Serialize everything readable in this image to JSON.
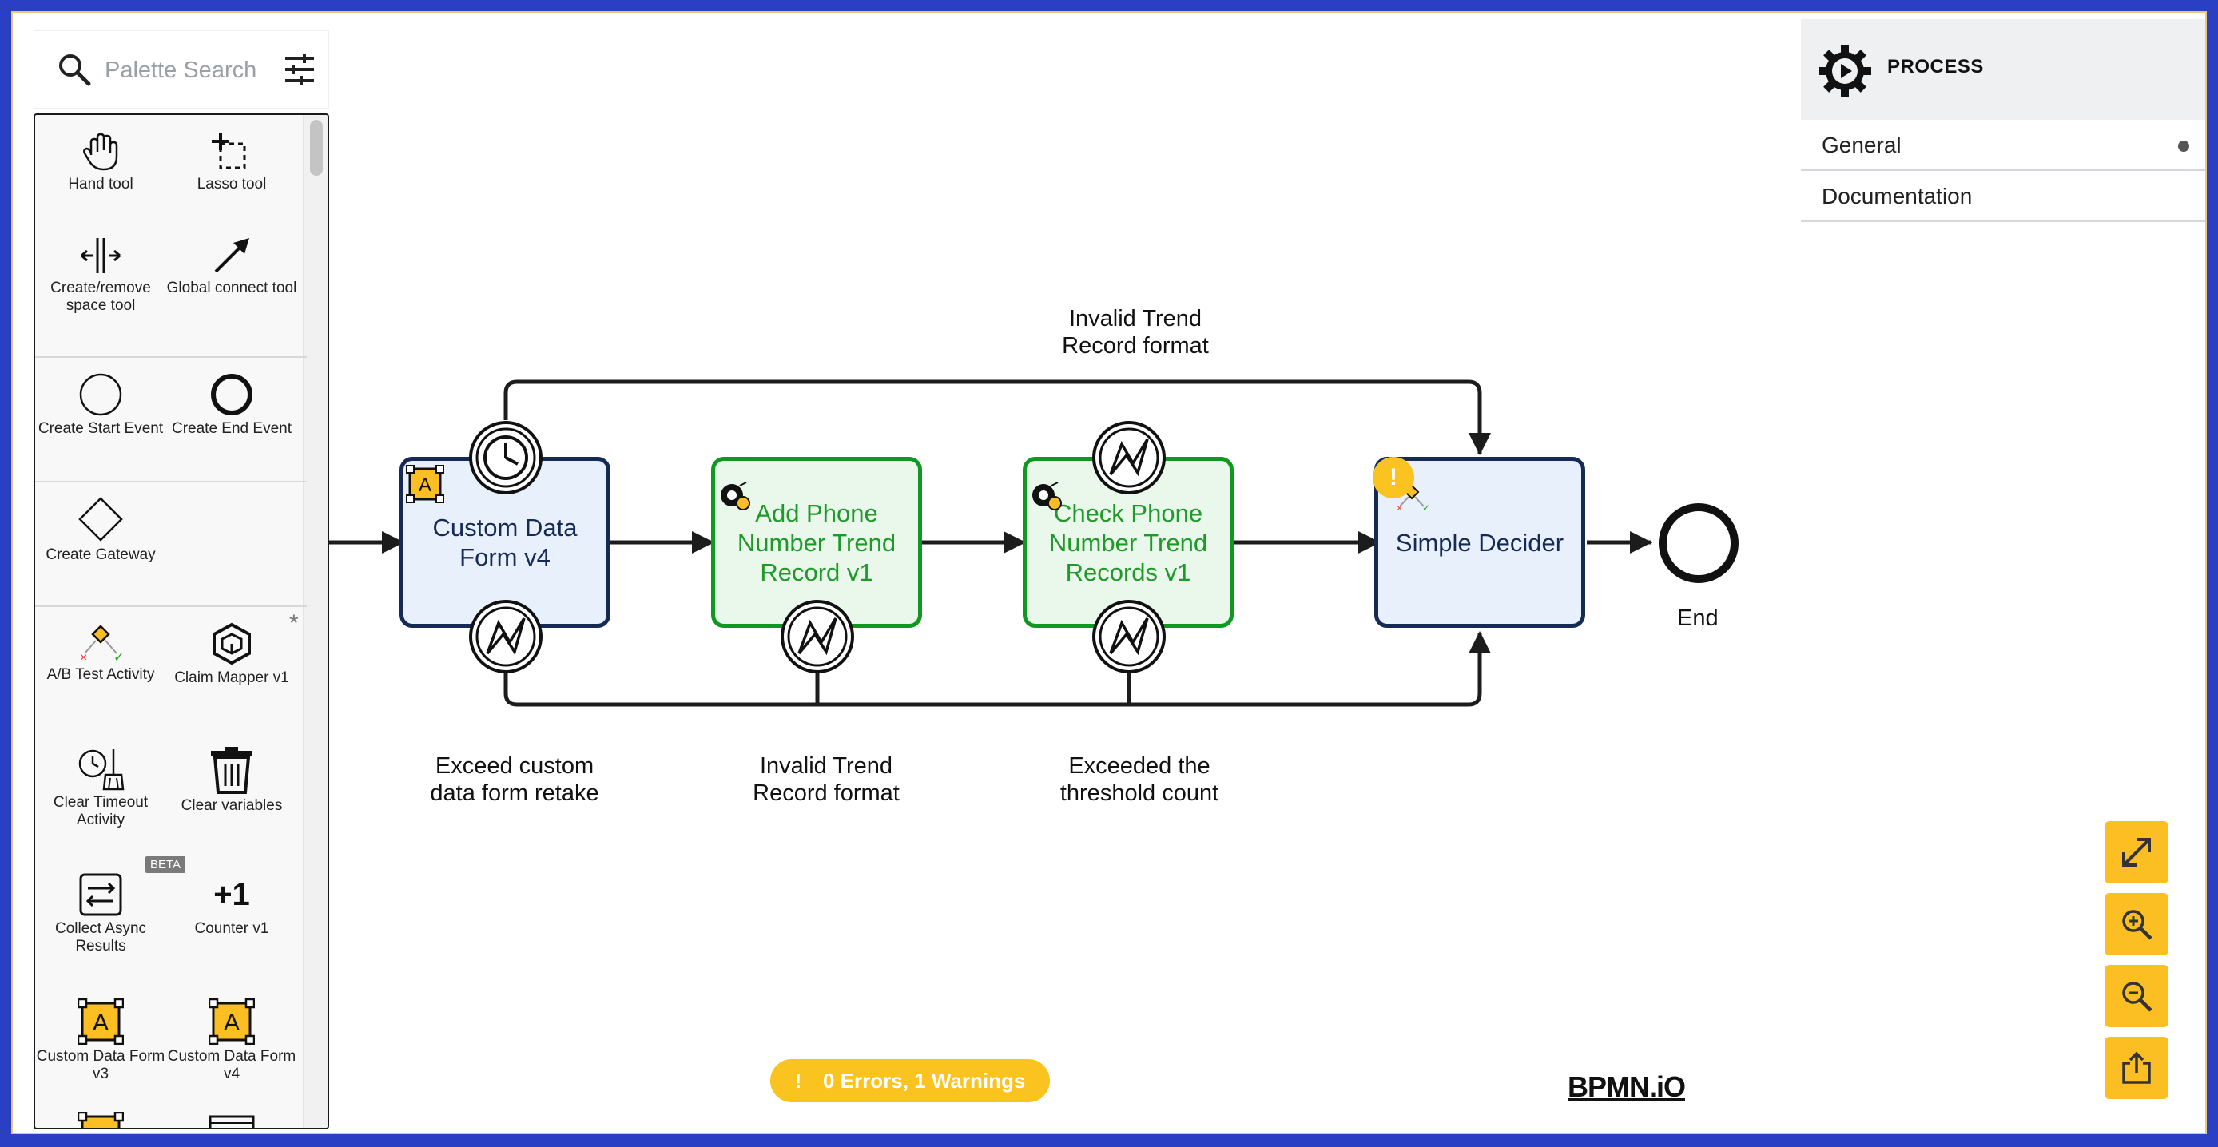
{
  "palette": {
    "search_placeholder": "Palette Search",
    "tools": [
      {
        "label": "Hand tool",
        "icon": "hand-icon"
      },
      {
        "label": "Lasso tool",
        "icon": "lasso-icon"
      },
      {
        "label": "Create/remove space tool",
        "icon": "space-tool-icon"
      },
      {
        "label": "Global connect tool",
        "icon": "connect-arrow-icon"
      },
      {
        "label": "Create Start Event",
        "icon": "start-event-icon"
      },
      {
        "label": "Create End Event",
        "icon": "end-event-icon"
      },
      {
        "label": "Create Gateway",
        "icon": "gateway-icon"
      },
      {
        "label": "A/B Test Activity",
        "icon": "ab-test-icon"
      },
      {
        "label": "Claim Mapper v1",
        "icon": "claim-mapper-icon",
        "star": "*"
      },
      {
        "label": "Clear Timeout Activity",
        "icon": "clear-timeout-icon"
      },
      {
        "label": "Clear variables",
        "icon": "trash-icon"
      },
      {
        "label": "Collect Async Results",
        "icon": "collect-async-icon",
        "badge": "BETA"
      },
      {
        "label": "Counter v1",
        "icon": "counter-icon",
        "glyph": "+1"
      },
      {
        "label": "Custom Data Form v3",
        "icon": "custom-form-icon",
        "glyph": "A"
      },
      {
        "label": "Custom Data Form v4",
        "icon": "custom-form-icon",
        "glyph": "A"
      }
    ]
  },
  "diagram": {
    "top_flow_label": "Invalid Trend Record format",
    "tasks": [
      {
        "label": "Custom Data Form v4",
        "style": "blue",
        "badge_glyph": "A"
      },
      {
        "label": "Add Phone Number Trend Record v1",
        "style": "green"
      },
      {
        "label": "Check Phone Number Trend Records v1",
        "style": "green"
      },
      {
        "label": "Simple Decider",
        "style": "blue",
        "warning_glyph": "!"
      }
    ],
    "bottom_flow_labels": [
      "Exceed custom data form retake",
      "Invalid Trend Record format",
      "Exceeded the threshold count"
    ],
    "end_label": "End"
  },
  "properties": {
    "title": "PROCESS",
    "groups": [
      {
        "label": "General",
        "has_dot": true
      },
      {
        "label": "Documentation",
        "has_dot": false
      }
    ]
  },
  "status": {
    "icon_glyph": "!",
    "text": "0 Errors, 1 Warnings",
    "color": "#fbc31f"
  },
  "logo": "BPMN.iO",
  "colors": {
    "accent": "#fbbf24",
    "task_blue_border": "#152a55",
    "task_green_border": "#0f9920",
    "frame_bg": "#2b3fc4"
  }
}
